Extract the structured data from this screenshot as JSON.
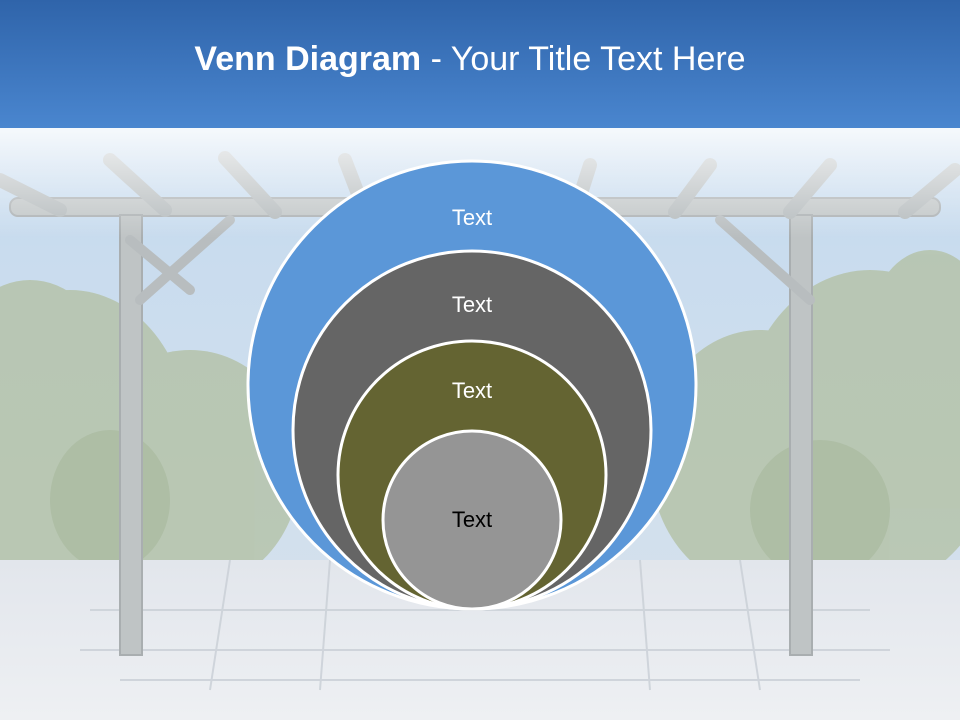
{
  "slide": {
    "title_bold": "Venn Diagram",
    "title_rest": " - Your Title Text Here"
  },
  "diagram": {
    "circles": [
      {
        "label": "Text",
        "fill": "#5B97D8"
      },
      {
        "label": "Text",
        "fill": "#656565"
      },
      {
        "label": "Text",
        "fill": "#646432"
      },
      {
        "label": "Text",
        "fill": "#959595"
      }
    ]
  },
  "colors": {
    "header_blue": "#3F7AC4",
    "sky_fog": "#E4ECF3",
    "circle_stroke": "#FFFFFF"
  }
}
